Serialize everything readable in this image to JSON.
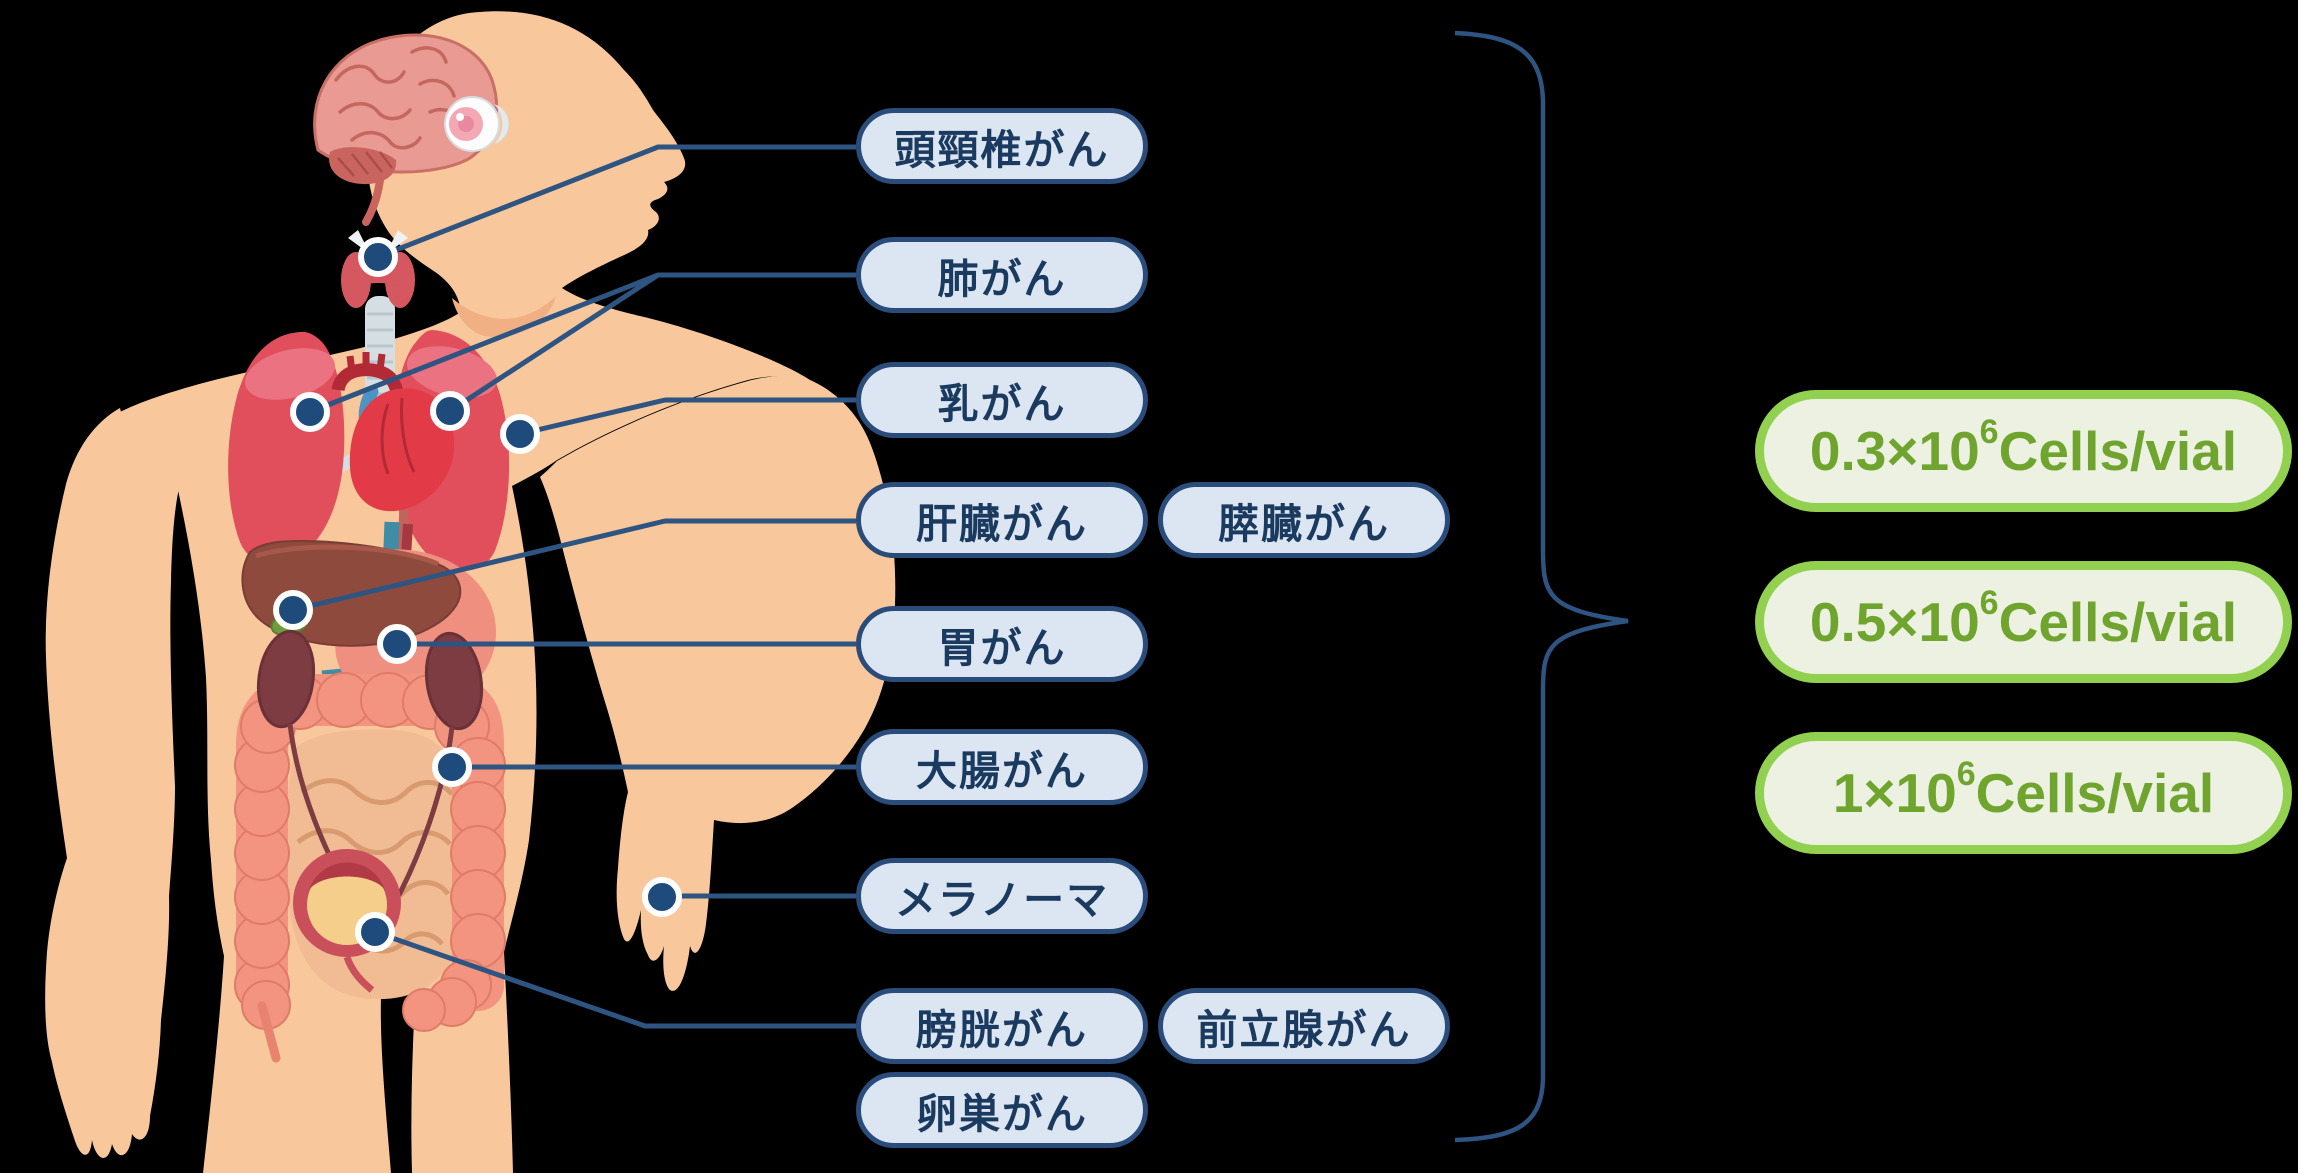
{
  "title_context": "tumor-cell vial infographic",
  "cancer_labels": [
    {
      "id": "head-neck",
      "text": "頭頸椎がん"
    },
    {
      "id": "lung",
      "text": "肺がん"
    },
    {
      "id": "breast",
      "text": "乳がん"
    },
    {
      "id": "liver",
      "text": "肝臓がん"
    },
    {
      "id": "pancreas",
      "text": "膵臓がん"
    },
    {
      "id": "stomach",
      "text": "胃がん"
    },
    {
      "id": "colorectal",
      "text": "大腸がん"
    },
    {
      "id": "melanoma",
      "text": "メラノーマ"
    },
    {
      "id": "bladder",
      "text": "膀胱がん"
    },
    {
      "id": "prostate",
      "text": "前立腺がん"
    },
    {
      "id": "ovarian",
      "text": "卵巣がん"
    }
  ],
  "vial_specs": [
    {
      "prefix": "0.3×10",
      "superscript": "6",
      "suffix": "Cells/vial"
    },
    {
      "prefix": "0.5×10",
      "superscript": "6",
      "suffix": "Cells/vial"
    },
    {
      "prefix": "1×10",
      "superscript": "6",
      "suffix": "Cells/vial"
    }
  ],
  "colors": {
    "background": "#000000",
    "label_fill": "#DCE6F2",
    "label_border": "#2A4C7A",
    "label_text": "#1A3A5F",
    "connector_line": "#2E5482",
    "marker_dot": "#1E4B7B",
    "marker_ring": "#FFFFFF",
    "vial_fill": "#EDF1E1",
    "vial_border": "#92D050",
    "vial_text": "#6FA52E",
    "skin": "#F8C79B"
  }
}
